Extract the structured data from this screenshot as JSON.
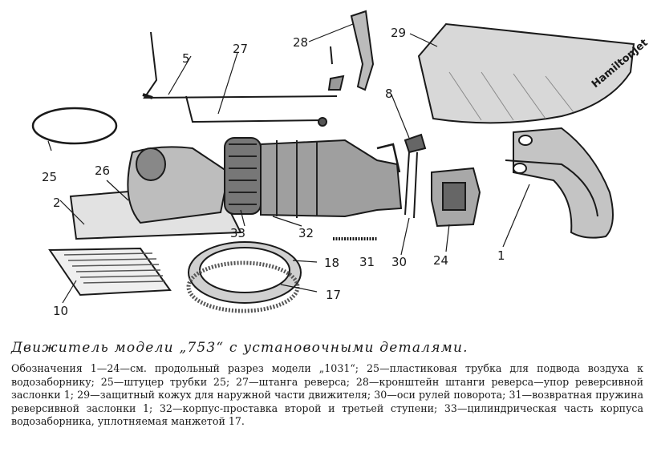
{
  "figure": {
    "brand_text": "HamiltonJet",
    "labels": {
      "l1": "1",
      "l2": "2",
      "l5": "5",
      "l8": "8",
      "l10": "10",
      "l17": "17",
      "l18": "18",
      "l24": "24",
      "l25": "25",
      "l26": "26",
      "l27": "27",
      "l28": "28",
      "l29": "29",
      "l30": "30",
      "l31": "31",
      "l32": "32",
      "l33": "33"
    }
  },
  "caption": {
    "title": "Движитель модели „753“ с установочными деталями.",
    "text": "Обозначения 1—24—см. продольный разрез модели „1031“; 25—пластиковая трубка для подвода воздуха к водозаборнику; 25—штуцер трубки 25; 27—штанга реверса; 28—кронштейн штанги реверса—упор реверсивной заслонки 1; 29—защитный кожух для наружной части движителя; 30—оси рулей поворота; 31—возвратная пружина реверсивной заслонки 1; 32—корпус-проставка второй и третьей ступени; 33—цилиндрическая часть корпуса водозаборника, уплотняемая манжетой 17."
  }
}
